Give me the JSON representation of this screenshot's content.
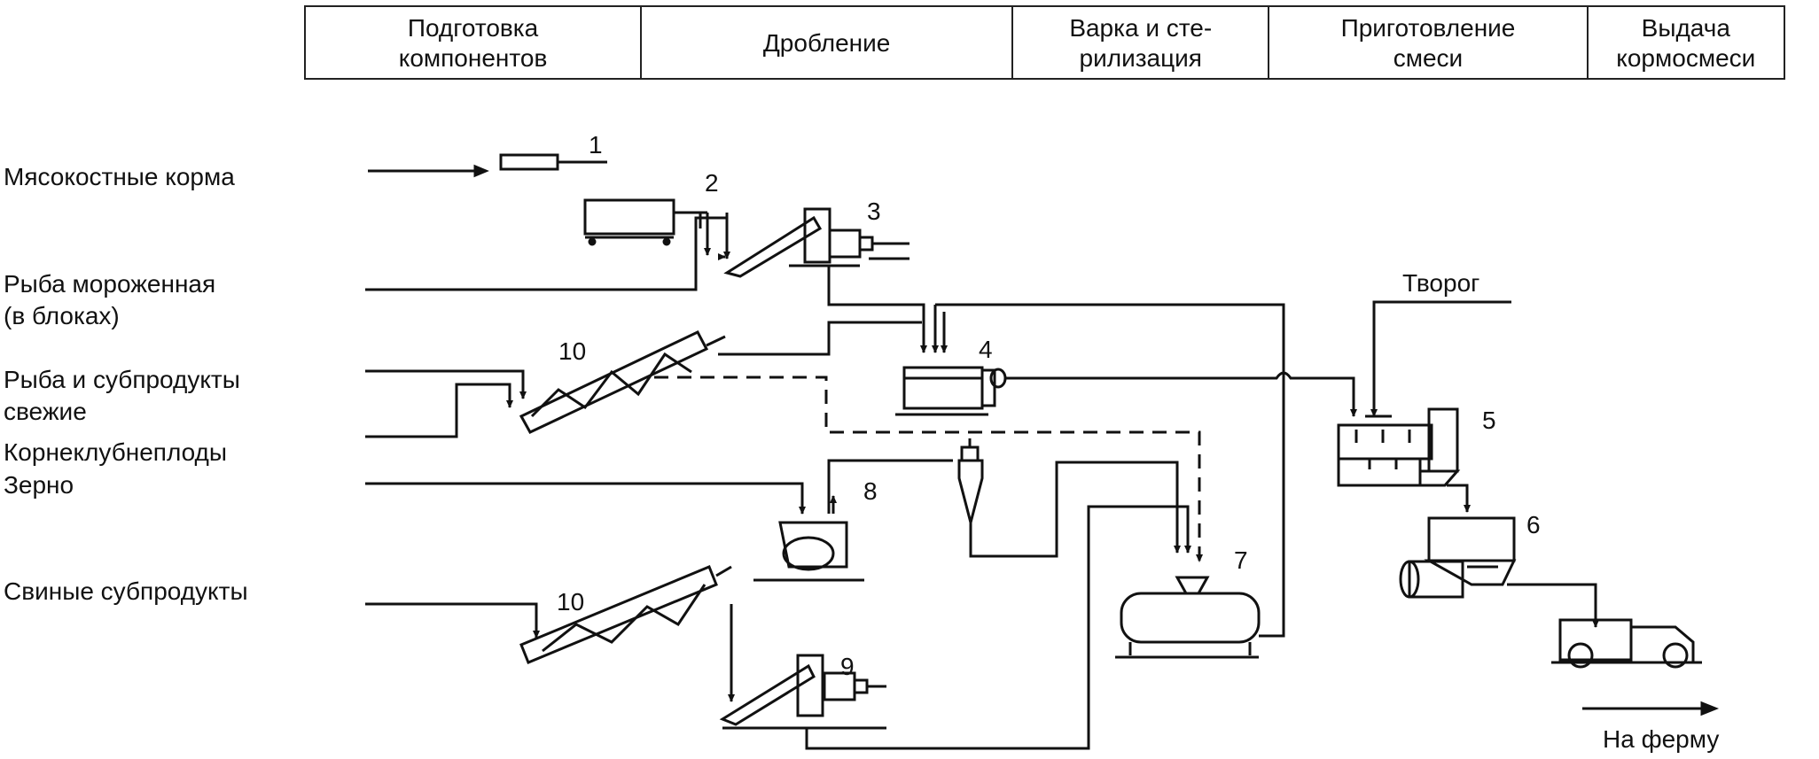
{
  "stages": [
    "Подготовка\nкомпонентов",
    "Дробление",
    "Варка и сте-\nрилизация",
    "Приготовление\nсмеси",
    "Выдача\nкормосмеси"
  ],
  "inputs": [
    "Мясокостные корма",
    "Рыба мороженная\n(в блоках)",
    "Рыба и субпродукты\nсвежие",
    "Корнеклубнеплоды",
    "Зерно",
    "Свиные субпродукты"
  ],
  "extra_input": "Творог",
  "output": "На ферму",
  "equipment_numbers": [
    "1",
    "2",
    "3",
    "4",
    "5",
    "6",
    "7",
    "8",
    "9",
    "10",
    "10"
  ]
}
